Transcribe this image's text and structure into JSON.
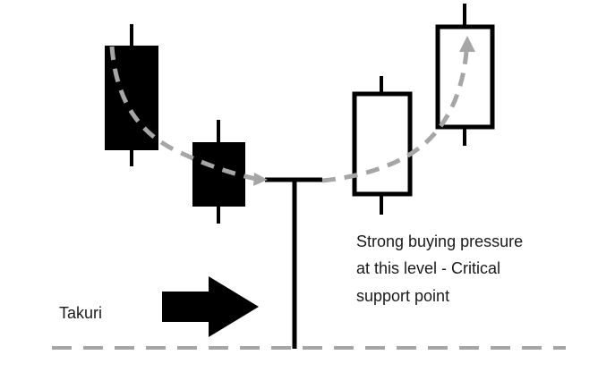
{
  "labels": {
    "pattern_name": "Takuri",
    "note_line_1": "Strong buying pressure",
    "note_line_2": "at this level - Critical",
    "note_line_3": "support point"
  },
  "colors": {
    "bearish_body": "#000000",
    "bullish_body": "#ffffff",
    "outline": "#000000",
    "trend_path": "#a6a6a6",
    "support_line": "#a6a6a6",
    "arrow": "#000000",
    "text": "#1a1a1a"
  },
  "candles": [
    {
      "id": "bear-1",
      "direction": "bearish"
    },
    {
      "id": "bear-2",
      "direction": "bearish"
    },
    {
      "id": "takuri",
      "direction": "takuri"
    },
    {
      "id": "bull-1",
      "direction": "bullish"
    },
    {
      "id": "bull-2",
      "direction": "bullish"
    }
  ],
  "icons": {
    "pattern_arrow": "right-arrow-icon",
    "trend_arrowhead": "arrowhead-icon"
  }
}
